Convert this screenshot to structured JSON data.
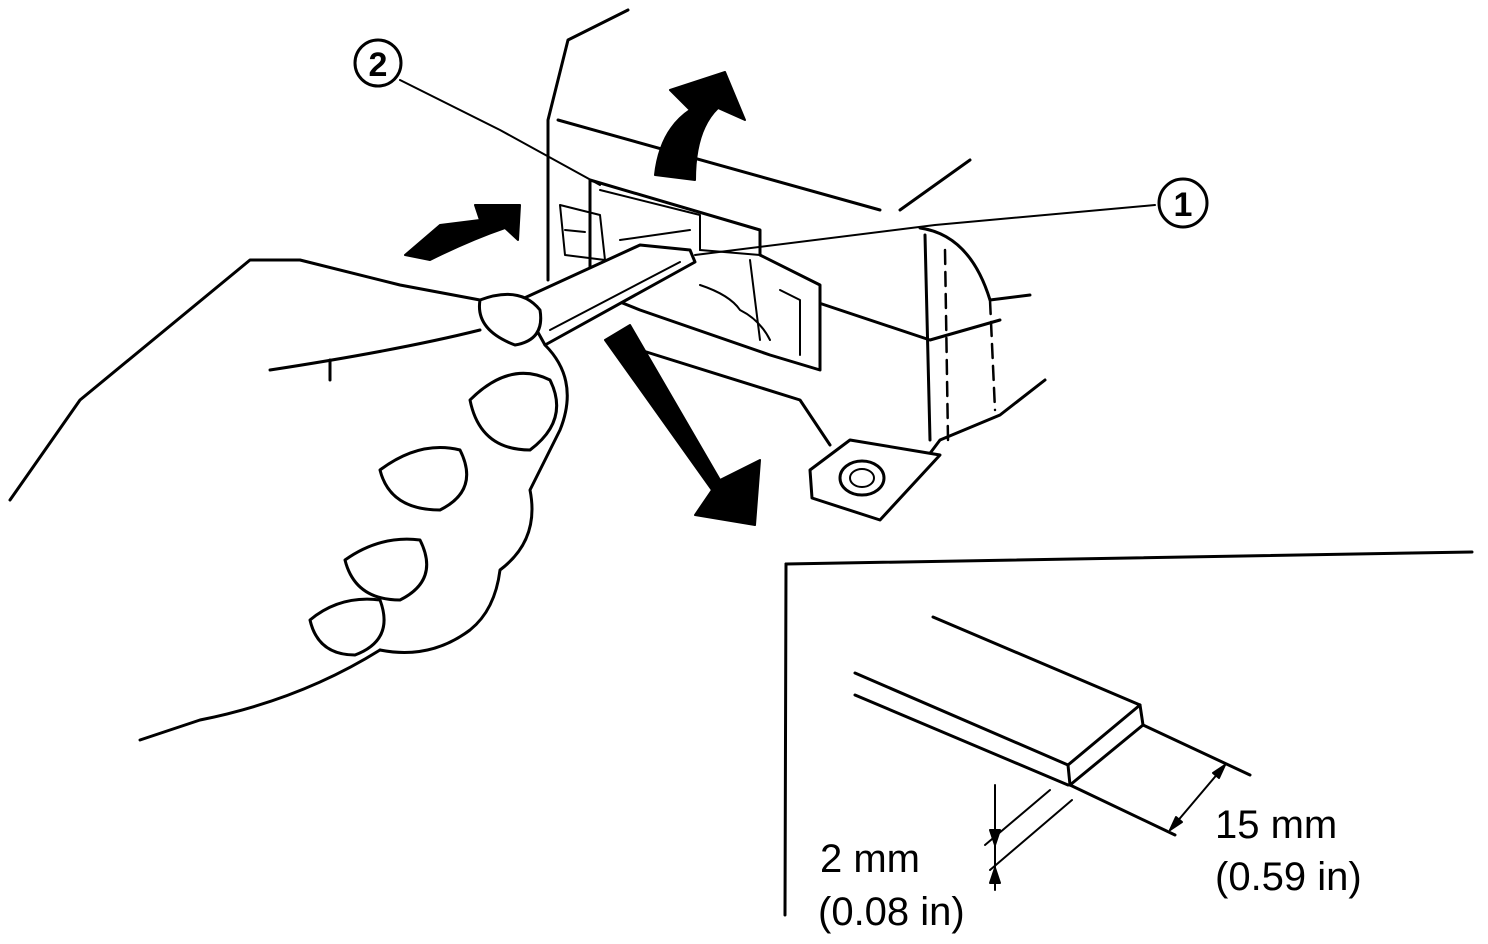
{
  "callouts": {
    "one": "1",
    "two": "2"
  },
  "dimensions": {
    "thickness_mm": "2 mm",
    "thickness_in": "(0.08 in)",
    "width_mm": "15 mm",
    "width_in": "(0.59 in)"
  },
  "icons": {
    "arrow_up": "curved-arrow-up-icon",
    "arrow_push": "arrow-push-icon",
    "arrow_down": "arrow-down-right-icon"
  }
}
